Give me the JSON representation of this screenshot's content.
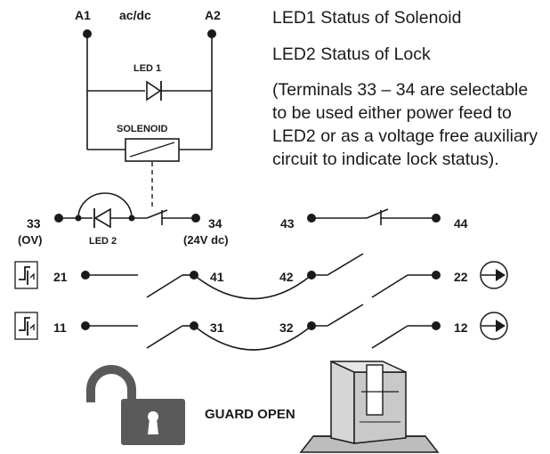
{
  "terminals": {
    "a1": "A1",
    "acdc": "ac/dc",
    "a2": "A2",
    "t33": "33",
    "t33_sub": "(OV)",
    "t34": "34",
    "t34_sub": "(24V dc)",
    "t43": "43",
    "t44": "44",
    "t21": "21",
    "t41": "41",
    "t42": "42",
    "t22": "22",
    "t11": "11",
    "t31": "31",
    "t32": "32",
    "t12": "12"
  },
  "components": {
    "led1": "LED 1",
    "led2": "LED 2",
    "solenoid": "SOLENOID"
  },
  "legend": {
    "line1": "LED1  Status of Solenoid",
    "line2": "LED2  Status of Lock",
    "note1": "(Terminals 33 – 34 are selectable",
    "note2": "to be used either power feed to",
    "note3": "LED2 or as a voltage free auxiliary",
    "note4": "circuit to indicate lock status)."
  },
  "status": {
    "guard": "GUARD OPEN"
  },
  "icons": {
    "padlock": "padlock-open-icon",
    "actuator": "guard-actuator-icon",
    "arrow": "arrow-right-circle-icon",
    "switch_symbol": "switch-symbol-icon"
  },
  "colors": {
    "ink": "#1a1a1a",
    "padlock_gray": "#5a5a5a",
    "actuator_gray": "#bdbdbd"
  }
}
